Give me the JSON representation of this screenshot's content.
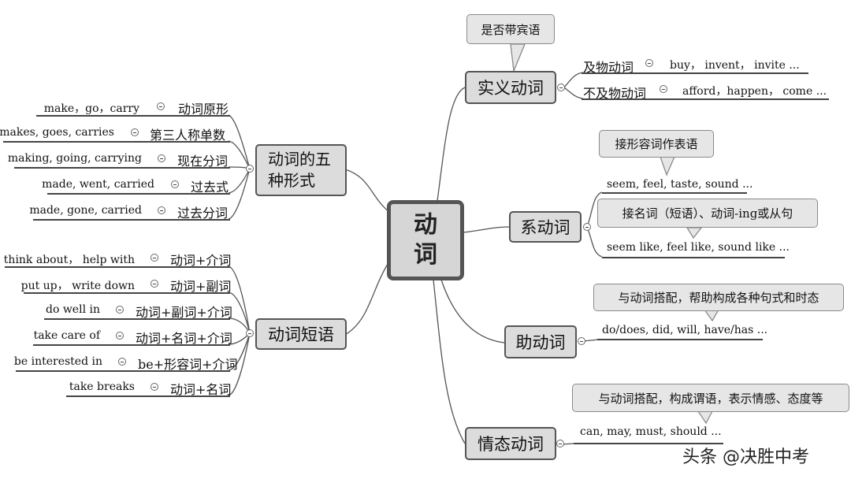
{
  "root": {
    "label": "动词"
  },
  "branches": {
    "five_forms": {
      "title": "动词的五种形式",
      "items": [
        {
          "example": "make，go，carry",
          "form": "动词原形"
        },
        {
          "example": "makes, goes, carries",
          "form": "第三人称单数"
        },
        {
          "example": "making, going, carrying",
          "form": "现在分词"
        },
        {
          "example": "made, went, carried",
          "form": "过去式"
        },
        {
          "example": "made, gone, carried",
          "form": "过去分词"
        }
      ]
    },
    "phrases": {
      "title": "动词短语",
      "items": [
        {
          "example": "think about， help with",
          "form": "动词+介词"
        },
        {
          "example": "put up， write down",
          "form": "动词+副词"
        },
        {
          "example": "do well in",
          "form": "动词+副词+介词"
        },
        {
          "example": "take care of",
          "form": "动词+名词+介词"
        },
        {
          "example": "be interested in",
          "form": "be+形容词+介词"
        },
        {
          "example": "take breaks",
          "form": "动词+名词"
        }
      ]
    },
    "notional": {
      "title": "实义动词",
      "callout": "是否带宾语",
      "items": [
        {
          "type": "及物动词",
          "examples": "buy， invent， invite ..."
        },
        {
          "type": "不及物动词",
          "examples": "afford，happen， come ..."
        }
      ]
    },
    "linking": {
      "title": "系动词",
      "callouts": [
        "接形容词作表语",
        "接名词（短语）、动词-ing或从句"
      ],
      "lines": [
        "seem, feel, taste, sound ...",
        "seem like, feel like, sound like ..."
      ]
    },
    "auxiliary": {
      "title": "助动词",
      "callout": "与动词搭配，帮助构成各种句式和时态",
      "line": "do/does, did, will, have/has ..."
    },
    "modal": {
      "title": "情态动词",
      "callout": "与动词搭配，构成谓语，表示情感、态度等",
      "line": "can, may, must, should ..."
    }
  },
  "watermark": "头条 @决胜中考",
  "colors": {
    "node_fill": "#dcdcdc",
    "node_border": "#555555",
    "root_border": "#555555",
    "line": "#444444",
    "note_fill": "#e6e6e6"
  }
}
